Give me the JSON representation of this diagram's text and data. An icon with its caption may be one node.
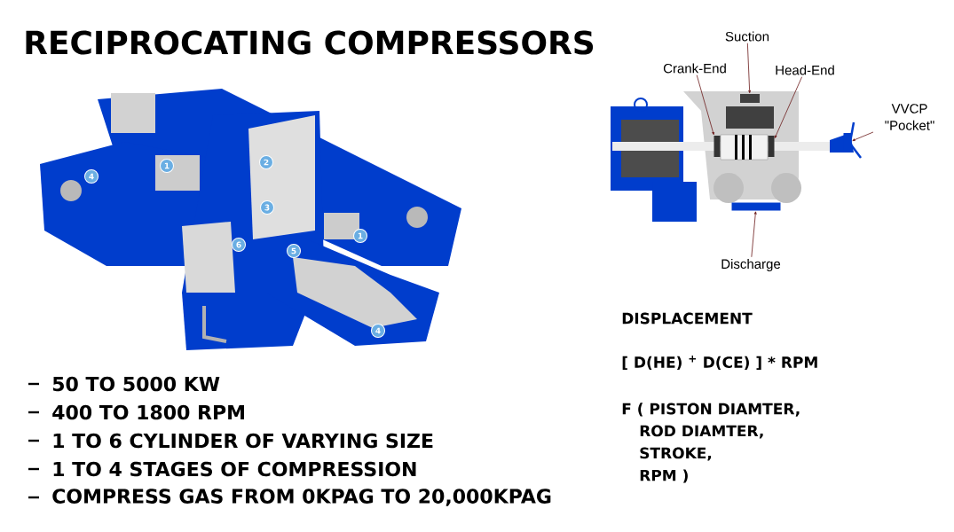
{
  "diagram": {
    "title": "RECIPROCATING COMPRESSORS",
    "nodes": [
      {
        "text": [
          "Suction"
        ]
      },
      {
        "text": [
          "Crank-End"
        ]
      },
      {
        "text": [
          "Head-End"
        ]
      },
      {
        "text": [
          "VVCP \"Pocket\""
        ]
      },
      {
        "text": [
          "Discharge"
        ]
      },
      {
        "text": [],
        "shape": "box"
      },
      {
        "text": [],
        "shape": "box"
      },
      {
        "text": [],
        "shape": "box"
      },
      {
        "text": [],
        "shape": "box"
      },
      {
        "text": [],
        "shape": "box"
      }
    ],
    "edges": [
      {
        "from": 0,
        "to": 5,
        "arrow": "to"
      },
      {
        "from": 1,
        "to": 6,
        "arrow": "to"
      },
      {
        "from": 2,
        "to": 7,
        "arrow": "to"
      },
      {
        "from": 3,
        "to": 8,
        "arrow": "to"
      },
      {
        "from": 4,
        "to": 9,
        "arrow": "to"
      }
    ],
    "labels": [
      "2",
      "1",
      "4",
      "3",
      "1",
      "6",
      "5",
      "4",
      "50 TO 5000 KW",
      "400 TO 1800 RPM",
      "1 TO 6 CYLINDER OF VARYING SIZE",
      "1 TO 4 STAGES OF COMPRESSION",
      "COMPRESS GAS FROM 0KPAG TO 20,000KPAG",
      "DISPLACEMENT",
      "[ D(HE) $^{+}$ D(CE) ] * RPM",
      "F ( PISTON DIAMTER,",
      "ROD DIAMTER,",
      "STROKE,",
      "RPM )"
    ]
  }
}
